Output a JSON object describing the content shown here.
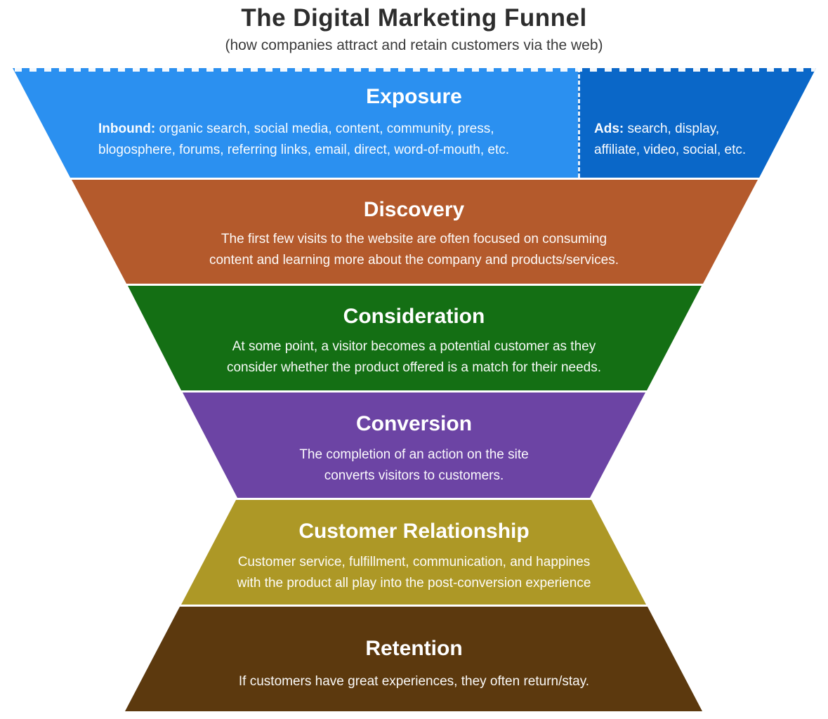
{
  "header": {
    "title": "The Digital Marketing Funnel",
    "subtitle": "(how companies attract and retain customers via the web)"
  },
  "stages": {
    "exposure": {
      "name": "Exposure",
      "color": "#2B90F0",
      "inbound": {
        "label": "Inbound:",
        "line1_rest": " organic search, social media, content, community, press,",
        "line2": "blogosphere, forums, referring links, email, direct, word-of-mouth, etc."
      },
      "ads": {
        "color": "#0A67C8",
        "label": "Ads:",
        "line1_rest": " search, display,",
        "line2": "affiliate, video, social, etc."
      }
    },
    "discovery": {
      "name": "Discovery",
      "color": "#B45A2C",
      "lines": [
        "The first few visits to the website are often focused on consuming",
        "content and learning more about the company and products/services."
      ]
    },
    "consideration": {
      "name": "Consideration",
      "color": "#146F14",
      "lines": [
        "At some point, a visitor becomes a potential customer as they",
        "consider whether the product offered is a match for their needs."
      ]
    },
    "conversion": {
      "name": "Conversion",
      "color": "#6C44A4",
      "lines": [
        "The completion of an action on the site",
        "converts visitors to customers."
      ]
    },
    "customer_relationship": {
      "name": "Customer Relationship",
      "color": "#AD9826",
      "lines": [
        "Customer service, fulfillment, communication, and happines",
        "with the product all play into the post-conversion experience"
      ]
    },
    "retention": {
      "name": "Retention",
      "color": "#5C390E",
      "lines": [
        "If customers have great experiences, they often return/stay."
      ]
    }
  }
}
